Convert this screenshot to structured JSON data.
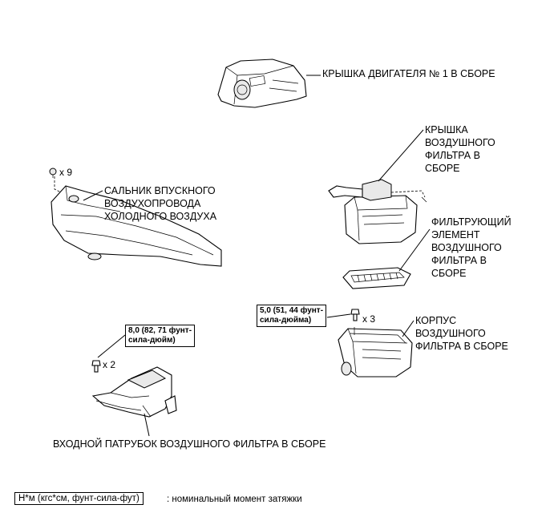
{
  "labels": {
    "engine_cover": "КРЫШКА ДВИГАТЕЛЯ № 1 В СБОРЕ",
    "air_filter_cap": "КРЫШКА\nВОЗДУШНОГО\nФИЛЬТРА В\nСБОРЕ",
    "filter_element": "ФИЛЬТРУЮЩИЙ\nЭЛЕМЕНТ\nВОЗДУШНОГО\nФИЛЬТРА В\nСБОРЕ",
    "filter_case": "КОРПУС\nВОЗДУШНОГО\nФИЛЬТРА В СБОРЕ",
    "cool_air_seal": "САЛЬНИК ВПУСКНОГО\nВОЗДУХОПРОВОДА\nХОЛОДНОГО ВОЗДУХА",
    "inlet_pipe": "ВХОДНОЙ ПАТРУБОК ВОЗДУШНОГО ФИЛЬТРА В СБОРЕ"
  },
  "torques": {
    "case_bolts": "5,0 (51, 44 фунт-\nсила-дюйма)",
    "inlet_bolts": "8,0 (82, 71 фунт-\nсила-дюйм)"
  },
  "quantities": {
    "seal_clips": "x 9",
    "case_bolts": "x 3",
    "inlet_bolts": "x 2"
  },
  "legend": {
    "box": "Н*м (кгс*см, фунт-сила-фут)",
    "text": ": номинальный момент затяжки"
  }
}
